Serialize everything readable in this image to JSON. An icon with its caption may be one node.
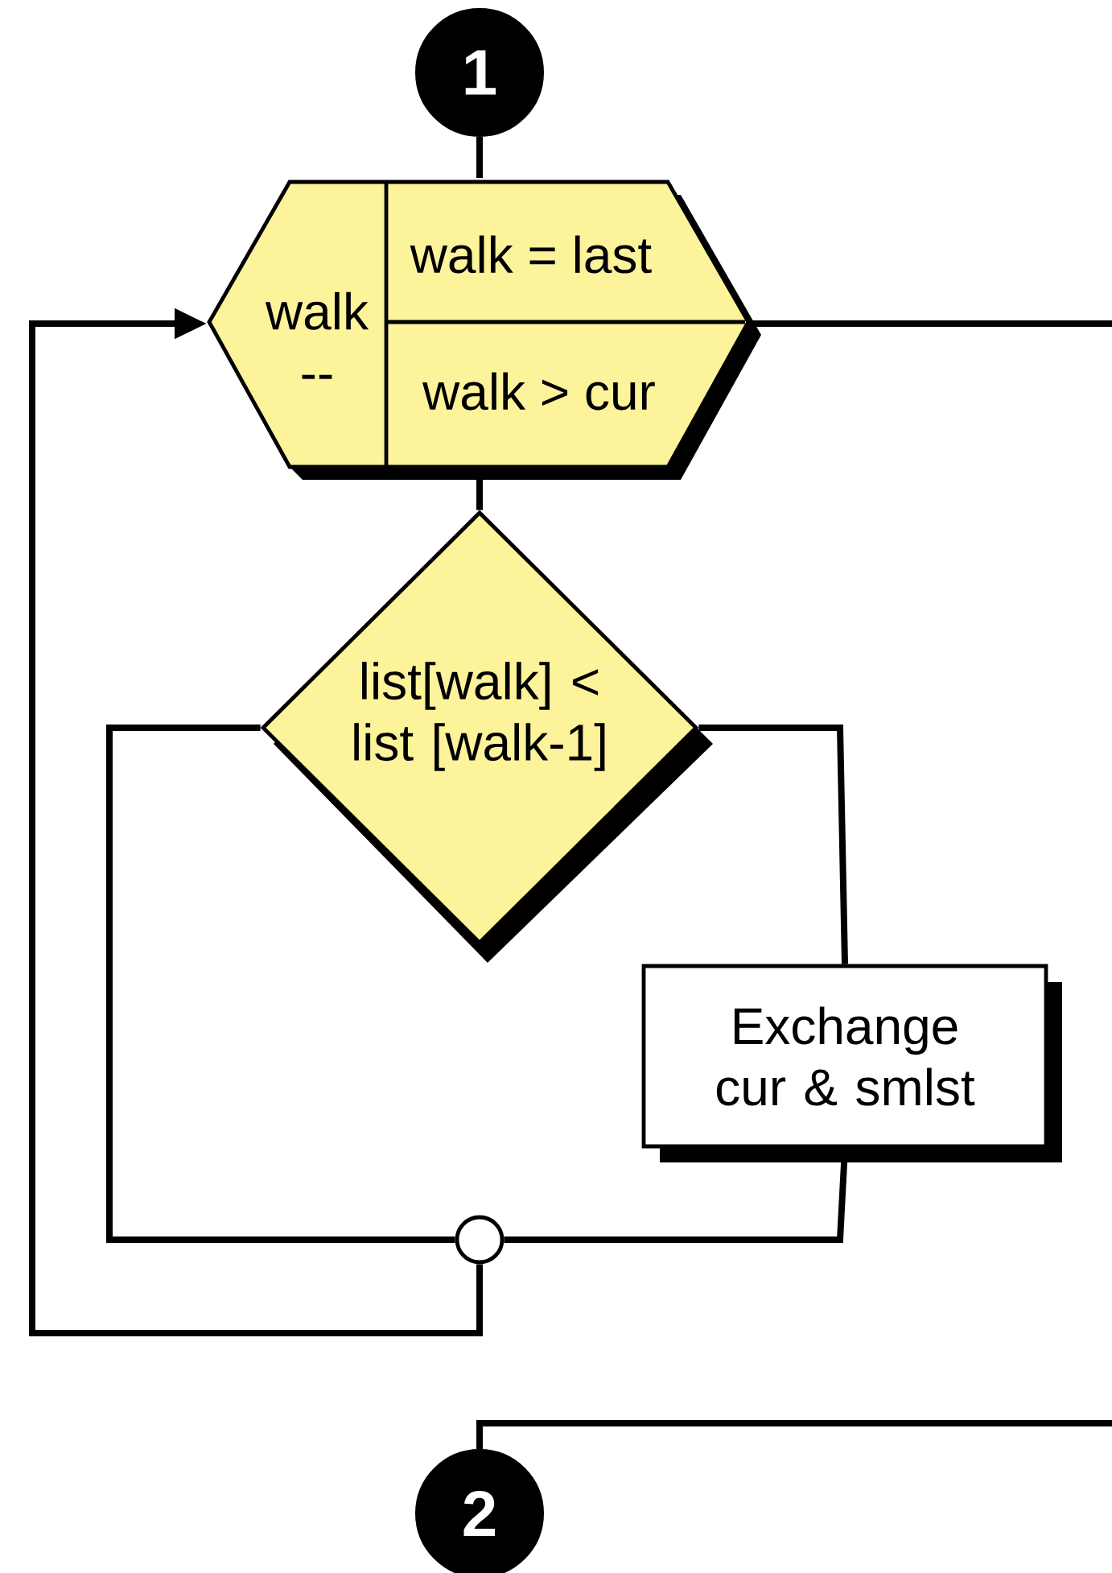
{
  "diagram": {
    "nodes": [
      {
        "text": [
          "1"
        ]
      },
      {
        "text": [
          "walk --",
          "walk = last",
          "walk > cur"
        ]
      },
      {
        "text": [
          "list[walk] < list [walk-1]"
        ]
      },
      {
        "text": [
          "Exchange cur & smlst"
        ]
      },
      {
        "text": [],
        "shape": "circle"
      },
      {
        "text": [
          "2"
        ]
      }
    ],
    "edges": [
      {
        "from": 0,
        "to": 1,
        "arrow": "none"
      },
      {
        "from": 1,
        "to": 2,
        "arrow": "none"
      },
      {
        "from": 2,
        "to": 3,
        "arrow": "none"
      },
      {
        "from": 3,
        "to": 4,
        "arrow": "none"
      },
      {
        "from": 2,
        "to": 4,
        "arrow": "none"
      },
      {
        "from": 4,
        "to": 1,
        "arrow": "to"
      },
      {
        "from": 1,
        "to": null,
        "arrow": "none"
      },
      {
        "from": null,
        "to": 5,
        "arrow": "none"
      }
    ]
  }
}
